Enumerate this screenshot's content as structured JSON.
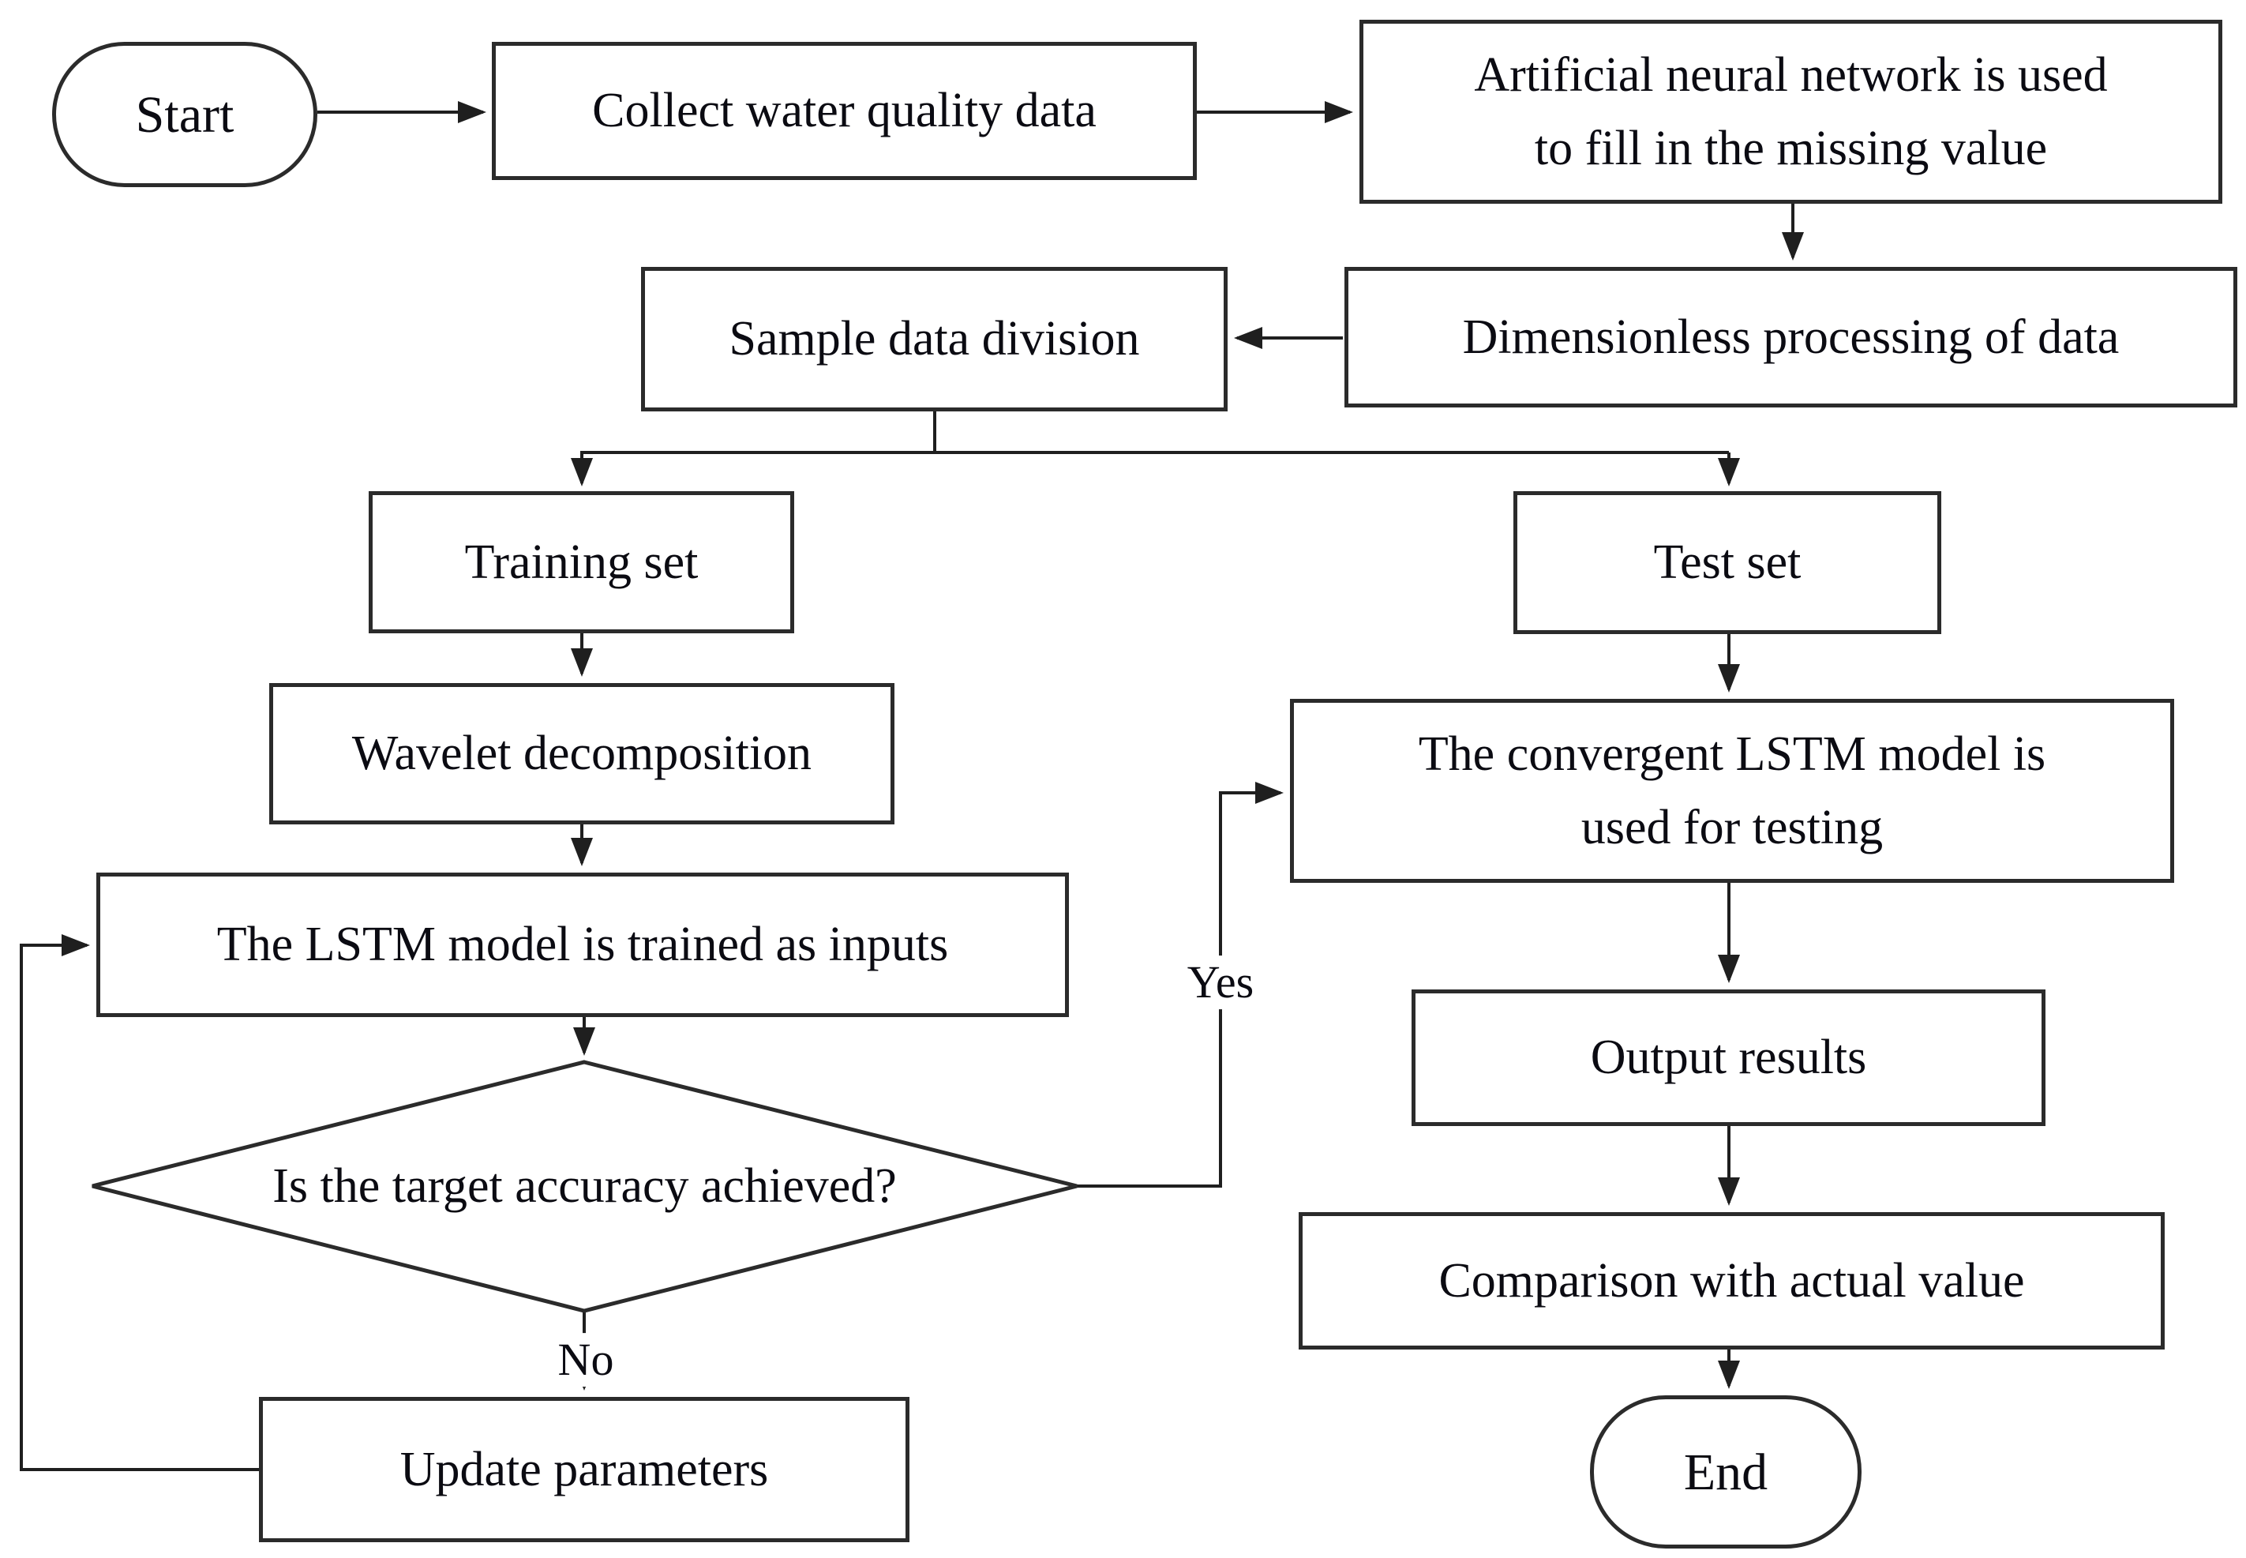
{
  "diagram": {
    "nodes": {
      "start": {
        "label": "Start",
        "type": "terminator"
      },
      "collect": {
        "label": "Collect water quality data",
        "type": "process"
      },
      "ann": {
        "label": "Artificial neural network is used\nto fill in the missing value",
        "type": "process"
      },
      "dimensionless": {
        "label": "Dimensionless processing of data",
        "type": "process"
      },
      "sample": {
        "label": "Sample data division",
        "type": "process"
      },
      "training": {
        "label": "Training set",
        "type": "process"
      },
      "test": {
        "label": "Test set",
        "type": "process"
      },
      "wavelet": {
        "label": "Wavelet decomposition",
        "type": "process"
      },
      "lstm_train": {
        "label": "The LSTM model is trained as inputs",
        "type": "process"
      },
      "decision": {
        "label": "Is the target accuracy achieved?",
        "type": "decision"
      },
      "update": {
        "label": "Update parameters",
        "type": "process"
      },
      "convergent": {
        "label": "The convergent LSTM model is\nused for testing",
        "type": "process"
      },
      "output": {
        "label": "Output results",
        "type": "process"
      },
      "comparison": {
        "label": "Comparison with actual value",
        "type": "process"
      },
      "end": {
        "label": "End",
        "type": "terminator"
      }
    },
    "edge_labels": {
      "yes": "Yes",
      "no": "No"
    },
    "colors": {
      "stroke": "#1f1f1f",
      "border": "#2b2b2b",
      "background": "#ffffff",
      "text": "#0b0b12"
    }
  }
}
